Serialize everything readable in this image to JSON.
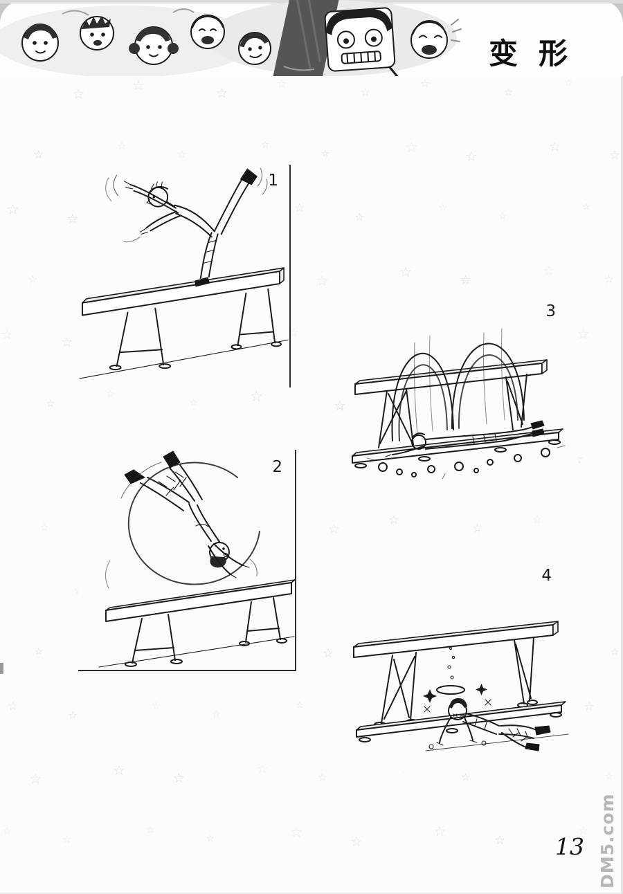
{
  "page": {
    "title": "变形",
    "page_number": "13",
    "watermark": "DM5.com"
  },
  "panels": [
    {
      "number": "1",
      "alt": "Gymnast balancing on one leg atop a balance beam, arms spread"
    },
    {
      "number": "2",
      "alt": "Gymnast tumbling upside down in a circular flip beside the beam"
    },
    {
      "number": "3",
      "alt": "Two arcing trajectories over the beam ending with a crash on the base board"
    },
    {
      "number": "4",
      "alt": "Dazed gymnast sprawled on the ground beneath the beam with stars and a halo"
    }
  ]
}
